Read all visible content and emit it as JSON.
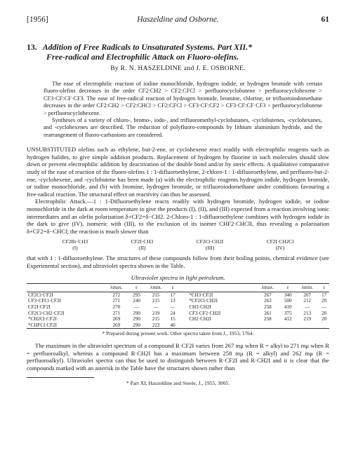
{
  "header": {
    "year": "[1956]",
    "authors": "Haszeldine and Osborne.",
    "page_number": "61"
  },
  "article": {
    "number": "13.",
    "title_line1": "Addition of Free Radicals to Unsaturated Systems. Part XII.*",
    "title_line2": "Free-radical and Electrophilic Attack on Fluoro-olefins.",
    "byline": "By R. N. HASZELDINE and J. E. OSBORNE."
  },
  "abstract": [
    "The ease of electrophilic reaction of iodine monochloride, hydrogen iodide, or hydrogen bromide with certain fluoro-olefins decreases in the order CF2:CH2 > CF2:CFCl > perfluorocyclobutene > perfluorocyclohexene > CF3·CF:CF·CF3. The ease of free-radical reaction of hydrogen bromide, bromine, chlorine, or trifluoroiodomethane decreases in the order CF2:CH2 > CF2:CHCl > CF2:CFCl > CF3·CF:CF2 > CF3·CF:CF·CF3 > perfluorocyclobutene > perfluorocyclohexene.",
    "Syntheses of a variety of chloro-, bromo-, iodo-, and trifluoromethyl-cyclobutanes, -cyclobutenes, -cyclohexanes, and -cyclohexenes are described. The reduction of polyfluoro-compounds by lithium aluminium hydride, and the rearrangement of fluoro-carbanions are considered."
  ],
  "body": {
    "p1": "UNSUBSTITUTED olefins such as ethylene, but-2-ene, or cyclohexene react readily with electrophilic reagents such as hydrogen halides, to give simple addition products. Replacement of hydrogen by fluorine in such molecules should slow down or prevent electrophilic addition by deactivation of the double bond and/or by steric effects. A qualitative comparative study of the ease of reaction of the fluoro-olefins 1 : 1-difluoroethylene, 2-chloro-1 : 1-difluoroethylene, and perfluoro-but-2-ene, -cyclohexene, and -cyclobutene has been made (a) with the electrophilic reagents hydrogen iodide, hydrogen bromide, or iodine monochloride, and (b) with bromine, hydrogen bromide, or trifluoroiodomethane under conditions favouring a free-radical reaction. The structural effect on reactivity can thus be assessed.",
    "p2": "Electrophilic Attack.—1 : 1-Difluoroethylene reacts readily with hydrogen bromide, hydrogen iodide, or iodine monochloride in the dark at room temperature to give the products (I), (II), and (III) expected from a reaction involving ionic intermediates and an olefin polarisation δ+CF2=δ−CH2. 2-Chloro-1 : 1-difluoroethylene combines with hydrogen iodide in the dark to give (IV), isomeric with (III), to the exclusion of its isomer CHF2·CHClI, thus revealing a polarisation δ+CF2=δ−CHCl; the reaction is much slower than",
    "p3": "that with 1 : 1-difluoroethylene. The structures of these compounds follow from their boiling points, chemical evidence (see Experimental section), and ultraviolet spectra shown in the Table.",
    "p4": "The maximum in the ultraviolet spectrum of a compound R·CF2I varies from 267 mμ when R = alkyl to 271 mμ when R = perfluoroalkyl, whereas a compound R·CH2I has a maximum between 258 mμ (R = alkyl) and 262 mμ (R = perfluoroalkyl). Ultraviolet spectra can thus be used to distinguish between R·CF2I and R·CH2I and it is clear that the compounds marked with an asterisk in the Table have the structures shown rather than"
  },
  "formulas": [
    {
      "formula": "CF2Br·CH3",
      "label": "(I)"
    },
    {
      "formula": "CF2I·CH3",
      "label": "(II)"
    },
    {
      "formula": "CF2Cl·CH2I",
      "label": "(III)"
    },
    {
      "formula": "CF2I·CH2Cl",
      "label": "(IV)"
    }
  ],
  "table": {
    "caption": "Ultraviolet spectra in light petroleum.",
    "headers": [
      "",
      "λmax.",
      "ε",
      "λmin.",
      "ε",
      "",
      "λmax.",
      "ε",
      "λmin.",
      "ε"
    ],
    "rows": [
      [
        "CF2Cl·CF2I",
        "272",
        "295",
        "215",
        "17",
        "*CH3·CF2I",
        "267",
        "340",
        "207",
        "17"
      ],
      [
        "CF3·CFCl·CF2I",
        "271",
        "240",
        "215",
        "13",
        "*CF2Cl·CH2I",
        "263",
        "500",
        "212",
        "20"
      ],
      [
        "CF2I·CF2I",
        "270",
        "—",
        "—",
        "—",
        "CH3·CH2I",
        "258",
        "410",
        "—",
        "—"
      ],
      [
        "CF2Cl·CH2·CF2I",
        "271",
        "290",
        "219",
        "24",
        "CF3·CF2·CH2I",
        "261",
        "375",
        "213",
        "20"
      ],
      [
        "*CH2Cl·CF2I",
        "269",
        "290",
        "215",
        "15",
        "CH2·CH2I",
        "258",
        "412",
        "219",
        "20"
      ],
      [
        "*CHFCl·CF2I",
        "269",
        "290",
        "223",
        "40",
        "",
        "",
        "",
        "",
        ""
      ]
    ],
    "note": "* Prepared during present work.   Other spectra taken from J., 1953, 1764."
  },
  "footnote": "* Part XI, Haszeldine and Steele, J., 1955, 3005."
}
